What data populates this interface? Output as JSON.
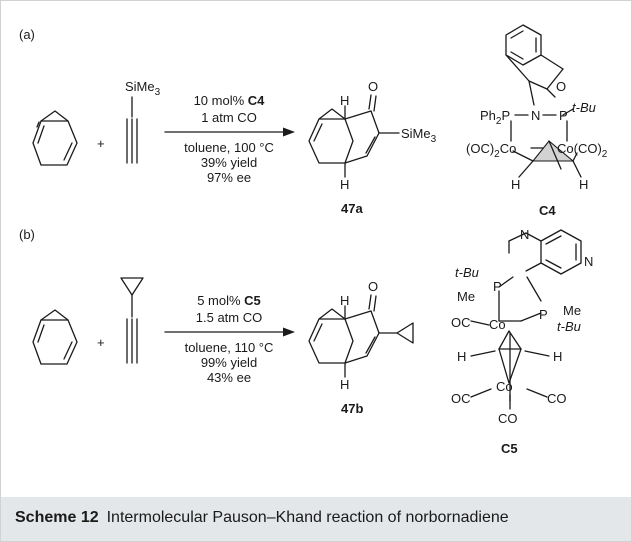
{
  "panels": {
    "a": {
      "label": "(a)",
      "alkyne_substituent": "SiMe",
      "alkyne_substituent_sub": "3",
      "plus": "+",
      "cond1_prefix": "10 mol% ",
      "cond1_catalyst": "C4",
      "cond2": "1 atm CO",
      "cond3": "toluene, 100 °C",
      "cond4": "39% yield",
      "cond5": "97% ee",
      "product_label": "47a",
      "product_substituent": "SiMe",
      "product_substituent_sub": "3",
      "H_top": "H",
      "H_bottom": "H",
      "O": "O",
      "catalyst": {
        "label": "C4",
        "ph2p": "Ph",
        "ph2p_sub": "2",
        "ph2p_end": "P",
        "N": "N",
        "P": "P",
        "tBu": "t-Bu",
        "O": "O",
        "left_co": "(OC)",
        "left_co_sub": "2",
        "left_co_end": "Co",
        "right_co": "Co(CO)",
        "right_co_sub": "2",
        "H_left": "H",
        "H_right": "H"
      }
    },
    "b": {
      "label": "(b)",
      "plus": "+",
      "cond1_prefix": "5 mol% ",
      "cond1_catalyst": "C5",
      "cond2": "1.5 atm CO",
      "cond3": "toluene, 110 °C",
      "cond4": "99% yield",
      "cond5": "43% ee",
      "product_label": "47b",
      "H_top": "H",
      "H_bottom": "H",
      "O": "O",
      "catalyst": {
        "label": "C5",
        "N1": "N",
        "N2": "N",
        "tBu1": "t-Bu",
        "Me1": "Me",
        "P1": "P",
        "P2": "P",
        "Me2": "Me",
        "tBu2": "t-Bu",
        "OC1": "OC",
        "Co1": "Co",
        "Co2": "Co",
        "H_left": "H",
        "H_right": "H",
        "OC2": "OC",
        "CO1": "CO",
        "CO2": "CO"
      }
    }
  },
  "caption": {
    "number": "Scheme 12",
    "text": "Intermolecular Pauson–Khand reaction of norbornadiene"
  }
}
